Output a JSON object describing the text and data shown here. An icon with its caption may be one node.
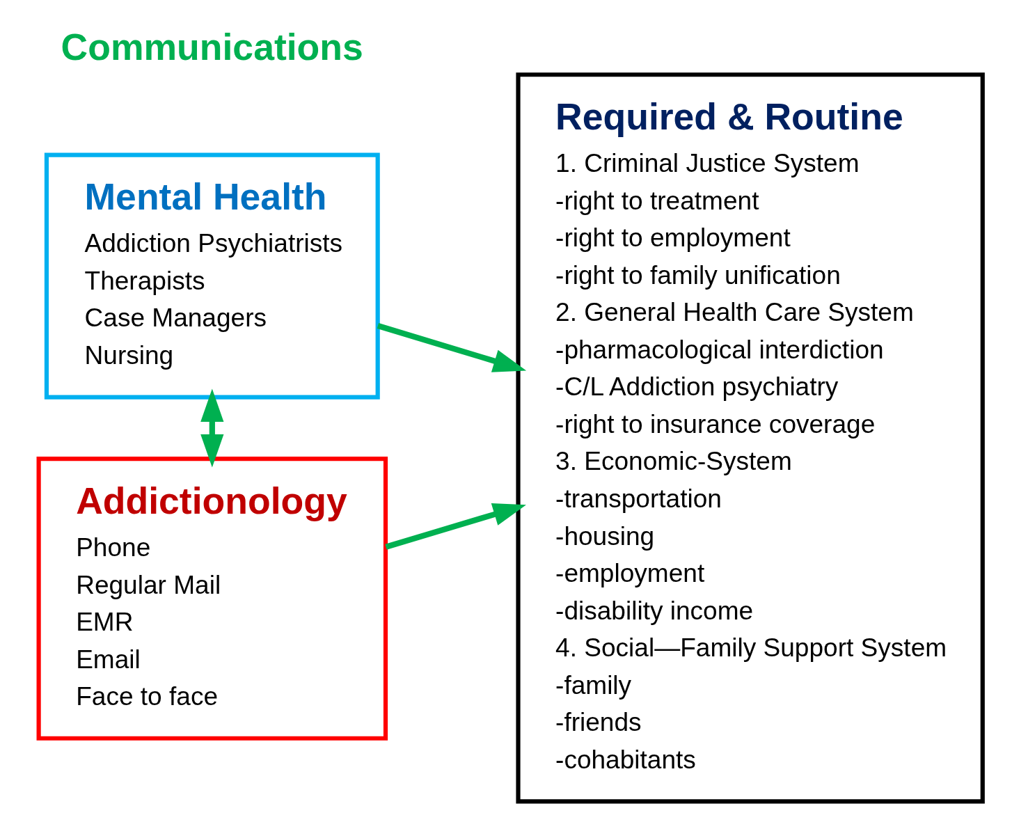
{
  "diagram": {
    "nodes": [
      {
        "text": [
          "Mental Health",
          "Addiction Psychiatrists",
          "Therapists",
          "Case Managers",
          "Nursing"
        ]
      },
      {
        "text": [
          "Addictionology",
          "Phone",
          "Regular Mail",
          "EMR",
          "Email",
          "Face to face"
        ]
      },
      {
        "text": [
          "Required & Routine",
          "1. Criminal Justice System",
          "-right to treatment",
          "-right to employment",
          "-right to family unification",
          "2. General Health Care System",
          "-pharmacological interdiction",
          "-C/L Addiction psychiatry",
          "-right to insurance coverage",
          "3. Economic-System",
          "-transportation",
          "-housing",
          "-employment",
          "-disability income",
          "4. Social—Family Support System",
          "-family",
          "-friends",
          "-cohabitants"
        ]
      }
    ],
    "edges": [
      {
        "from": 0,
        "to": 1,
        "arrow": "both"
      },
      {
        "from": 0,
        "to": 2,
        "arrow": "to"
      },
      {
        "from": 1,
        "to": 2,
        "arrow": "to"
      }
    ],
    "labels": [
      "Communications"
    ]
  }
}
